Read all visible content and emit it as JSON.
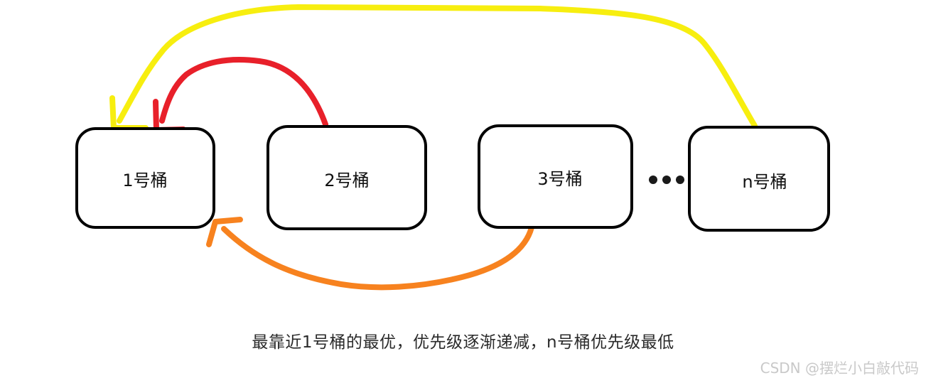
{
  "buckets": [
    {
      "id": "b1",
      "label": "1号桶"
    },
    {
      "id": "b2",
      "label": "2号桶"
    },
    {
      "id": "b3",
      "label": "3号桶"
    },
    {
      "id": "bn",
      "label": "n号桶"
    }
  ],
  "caption": "最靠近1号桶的最优，优先级逐渐递减，n号桶优先级最低",
  "watermark": "CSDN @摆烂小白敲代码",
  "colors": {
    "yellow_arrow": "#f7ee0f",
    "red_arrow": "#e8202a",
    "orange_arrow": "#f7821f",
    "box_stroke": "#000000",
    "dots": "#1a1a1a"
  }
}
